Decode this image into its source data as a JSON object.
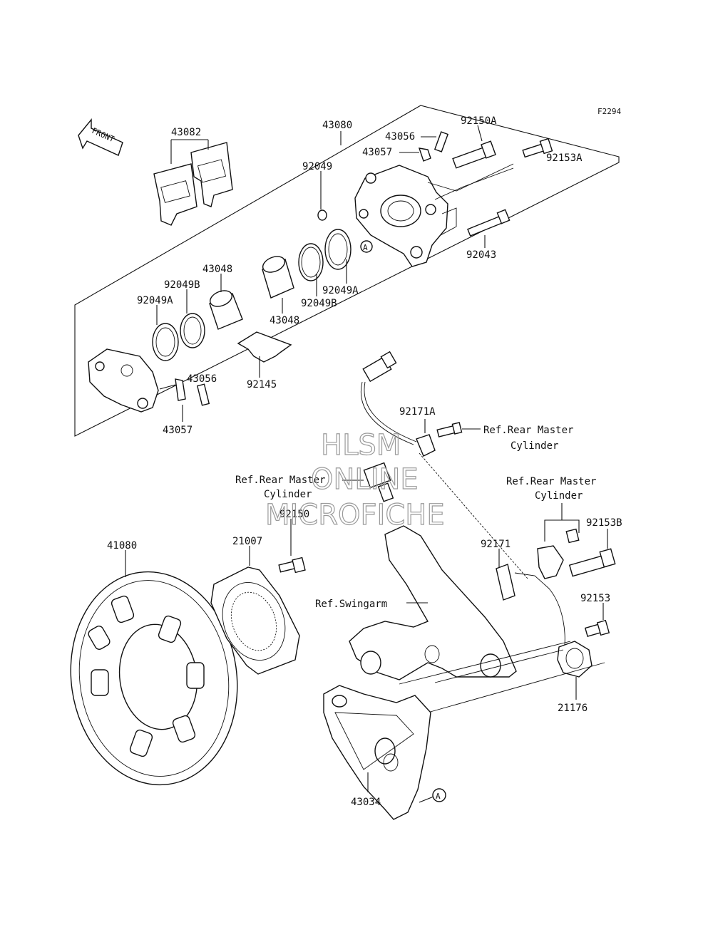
{
  "diagram_code": "F2294",
  "front_arrow": {
    "text": "FRONT",
    "icon": "front-direction-arrow-icon"
  },
  "watermark": {
    "line1": "HLSM",
    "line2": "ONLINE",
    "line3": "MICROFICHE"
  },
  "callouts": {
    "c43082": "43082",
    "c43080": "43080",
    "c43056_top": "43056",
    "c92150A": "92150A",
    "c43057_top": "43057",
    "c92153A": "92153A",
    "c92049": "92049",
    "c92043": "92043",
    "c43048_top": "43048",
    "c92049B_left": "92049B",
    "c92049A_left": "92049A",
    "c92049A_right": "92049A",
    "c92049B_right": "92049B",
    "c43048_bottom": "43048",
    "c43056_bottom": "43056",
    "c92145": "92145",
    "c43057_bottom": "43057",
    "c92171A": "92171A",
    "c92150": "92150",
    "c21007": "21007",
    "c41080": "41080",
    "c92171": "92171",
    "c92153B": "92153B",
    "c92153": "92153",
    "c21176": "21176",
    "c43034": "43034"
  },
  "refs": {
    "rear_master_1_line1": "Ref.Rear Master",
    "rear_master_1_line2": "Cylinder",
    "rear_master_2_line1": "Ref.Rear Master",
    "rear_master_2_line2": "Cylinder",
    "rear_master_3_line1": "Ref.Rear Master",
    "rear_master_3_line2": "Cylinder",
    "swingarm": "Ref.Swingarm"
  },
  "circle_marks": {
    "mark_a_top": "A",
    "mark_a_bottom": "A"
  }
}
